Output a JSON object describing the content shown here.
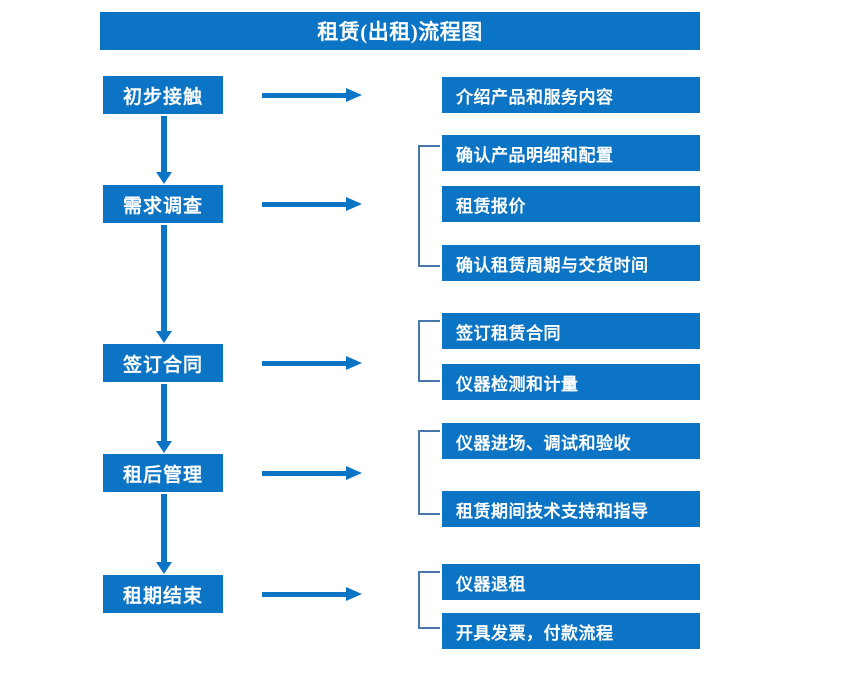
{
  "title": "租赁(出租)流程图",
  "theme": {
    "box_fill": "#0c74c4",
    "box_text": "#ffffff",
    "arrow_color": "#0c74c4",
    "bracket_color": "#4a77ab",
    "background": "#ffffff"
  },
  "stages": [
    {
      "label": "初步接触"
    },
    {
      "label": "需求调查"
    },
    {
      "label": "签订合同"
    },
    {
      "label": "租后管理"
    },
    {
      "label": "租期结束"
    }
  ],
  "details": [
    {
      "label": "介绍产品和服务内容"
    },
    {
      "label": "确认产品明细和配置"
    },
    {
      "label": "租赁报价"
    },
    {
      "label": "确认租赁周期与交货时间"
    },
    {
      "label": "签订租赁合同"
    },
    {
      "label": "仪器检测和计量"
    },
    {
      "label": "仪器进场、调试和验收"
    },
    {
      "label": "租赁期间技术支持和指导"
    },
    {
      "label": "仪器退租"
    },
    {
      "label": "开具发票，付款流程"
    }
  ],
  "icons": {
    "right_arrow": "right-arrow-icon",
    "down_arrow": "down-arrow-icon",
    "bracket": "bracket-connector-icon"
  }
}
